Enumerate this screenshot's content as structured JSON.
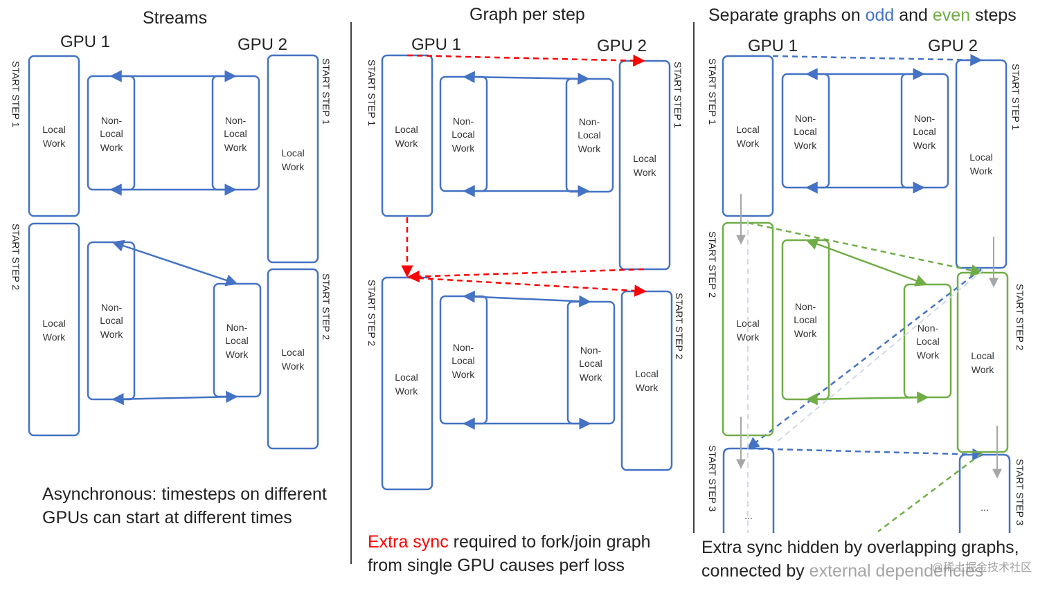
{
  "panels": {
    "streams": {
      "title": "Streams",
      "gpu1": "GPU 1",
      "gpu2": "GPU 2",
      "caption_line1": "Asynchronous: timesteps on different",
      "caption_line2": "GPUs can start at different times"
    },
    "graph_per_step": {
      "title": "Graph per step",
      "gpu1": "GPU 1",
      "gpu2": "GPU 2",
      "caption_red": "Extra sync",
      "caption_rest": " required to fork/join graph",
      "caption_line2": "from single GPU causes perf loss"
    },
    "separate_graphs": {
      "title_prefix": "Separate graphs on ",
      "title_odd": "odd",
      "title_and": " and ",
      "title_even": "even",
      "title_suffix": " steps",
      "gpu1": "GPU 1",
      "gpu2": "GPU 2",
      "caption_line1": "Extra sync hidden by overlapping graphs,",
      "caption_prefix": "connected by ",
      "caption_grey": "external dependencies"
    }
  },
  "labels": {
    "start_step_1": "START STEP 1",
    "start_step_2": "START STEP 2",
    "start_step_3": "START STEP 3",
    "local_1": "Local",
    "local_2": "Work",
    "nonlocal_1": "Non-",
    "nonlocal_2": "Local",
    "nonlocal_3": "Work",
    "ellipsis": "..."
  },
  "watermark": "@稀土掘金技术社区",
  "colors": {
    "blue": "#4472c4",
    "green": "#70ad47",
    "red": "#ff0000",
    "grey": "#a6a6a6",
    "divider": "#404040"
  }
}
